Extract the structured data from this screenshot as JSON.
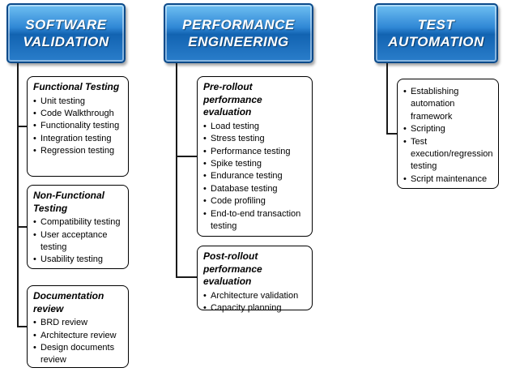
{
  "columns": [
    {
      "header": "SOFTWARE VALIDATION",
      "boxes": [
        {
          "title": "Functional Testing",
          "items": [
            "Unit testing",
            "Code Walkthrough",
            "Functionality testing",
            "Integration testing",
            "Regression testing"
          ]
        },
        {
          "title": "Non-Functional Testing",
          "items": [
            "Compatibility testing",
            "User acceptance testing",
            "Usability testing"
          ]
        },
        {
          "title": "Documentation review",
          "items": [
            "BRD review",
            "Architecture review",
            "Design documents review"
          ]
        }
      ]
    },
    {
      "header": "PERFORMANCE ENGINEERING",
      "boxes": [
        {
          "title": "Pre-rollout performance evaluation",
          "items": [
            "Load testing",
            "Stress testing",
            "Performance testing",
            "Spike testing",
            "Endurance testing",
            "Database testing",
            "Code profiling",
            "End-to-end transaction testing"
          ]
        },
        {
          "title": "Post-rollout performance evaluation",
          "items": [
            "Architecture validation",
            "Capacity planning"
          ]
        }
      ]
    },
    {
      "header": "TEST AUTOMATION",
      "boxes": [
        {
          "title": "",
          "items": [
            "Establishing automation framework",
            "Scripting",
            "Test execution/regression testing",
            "Script maintenance"
          ]
        }
      ]
    }
  ],
  "colors": {
    "header_blue": "#2f87d5",
    "header_border": "#0b4a8a",
    "connector": "#1a1a1a",
    "box_border": "#000000"
  }
}
